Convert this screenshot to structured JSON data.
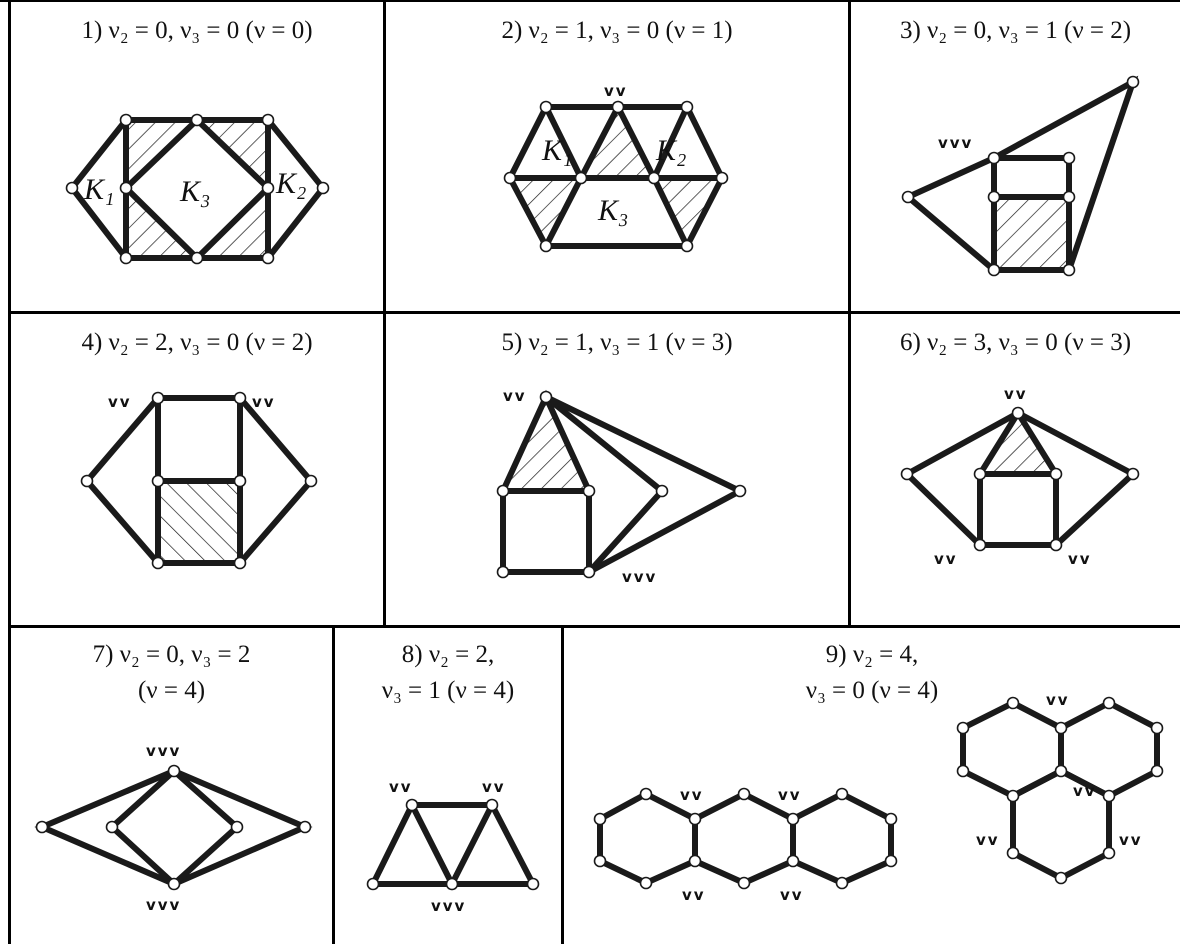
{
  "figures": [
    {
      "id": 1,
      "caption": "1) ν₂ = 0, ν₃ = 0 (ν = 0)",
      "labels": [
        "K₁",
        "K₃",
        "K₂"
      ]
    },
    {
      "id": 2,
      "caption": "2) ν₂ = 1, ν₃ = 0 (ν = 1)",
      "labels": [
        "K₁",
        "K₂",
        "K₃"
      ],
      "marks": [
        "vv"
      ]
    },
    {
      "id": 3,
      "caption": "3) ν₂ = 0, ν₃ = 1 (ν = 2)",
      "marks": [
        "vvv"
      ]
    },
    {
      "id": 4,
      "caption": "4) ν₂ = 2, ν₃ = 0 (ν = 2)",
      "marks": [
        "vv",
        "vv"
      ]
    },
    {
      "id": 5,
      "caption": "5) ν₂ = 1, ν₃ = 1 (ν = 3)",
      "marks": [
        "vv",
        "vvv"
      ]
    },
    {
      "id": 6,
      "caption": "6) ν₂ = 3, ν₃ = 0 (ν = 3)",
      "marks": [
        "vv",
        "vv",
        "vv"
      ]
    },
    {
      "id": 7,
      "caption_lines": [
        "7) ν₂ = 0, ν₃ = 2",
        "(ν = 4)"
      ],
      "marks": [
        "vvv",
        "vvv"
      ]
    },
    {
      "id": 8,
      "caption_lines": [
        "8) ν₂ = 2,",
        "ν₃ = 1 (ν = 4)"
      ],
      "marks": [
        "vv",
        "vv",
        "vvv"
      ]
    },
    {
      "id": 9,
      "caption_lines": [
        "9) ν₂ = 4,",
        "ν₃ = 0 (ν = 4)"
      ],
      "marks": [
        "vv",
        "vv",
        "vv",
        "vv",
        "vv",
        "vv",
        "vv"
      ]
    }
  ],
  "colors": {
    "line": "#1a1a1a",
    "vertex_fill": "#ffffff",
    "hatch": "#1a1a1a",
    "background": "#ffffff"
  }
}
